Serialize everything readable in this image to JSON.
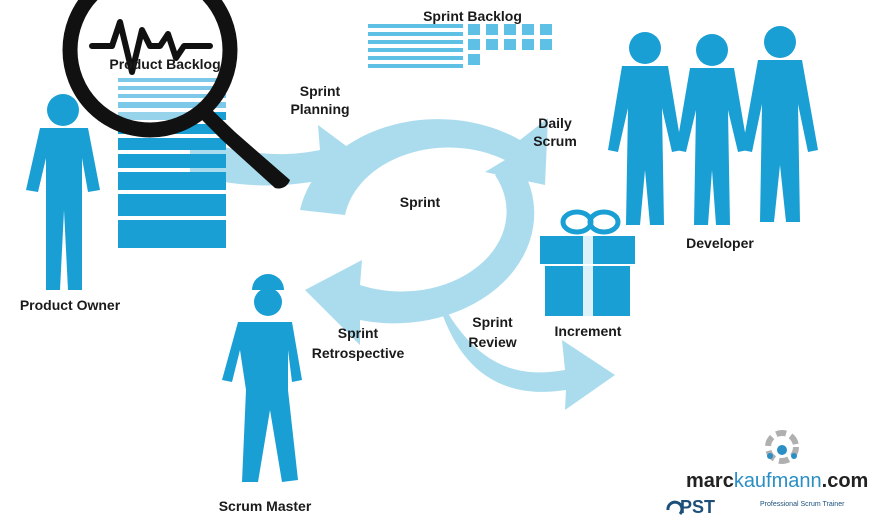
{
  "labels": {
    "product_backlog": "Product Backlog",
    "sprint_backlog": "Sprint Backlog",
    "sprint_planning_1": "Sprint",
    "sprint_planning_2": "Planning",
    "daily_scrum_1": "Daily",
    "daily_scrum_2": "Scrum",
    "sprint": "Sprint",
    "developer": "Developer",
    "increment": "Increment",
    "product_owner": "Product Owner",
    "sprint_review_1": "Sprint",
    "sprint_review_2": "Review",
    "sprint_retro_1": "Sprint",
    "sprint_retro_2": "Retrospective",
    "scrum_master": "Scrum Master"
  },
  "branding": {
    "name_part1": "marc",
    "name_part2": "kaufmann",
    "name_part3": ".com",
    "pst": "PST",
    "pst_sub": "Professional Scrum Trainer"
  },
  "colors": {
    "primary_blue": "#1a9fd4",
    "light_blue": "#a9dcef",
    "magnifier": "#111111"
  },
  "icons": [
    "magnifying-glass-icon",
    "heartbeat-icon",
    "gift-icon",
    "person-icon",
    "logo-icon"
  ]
}
